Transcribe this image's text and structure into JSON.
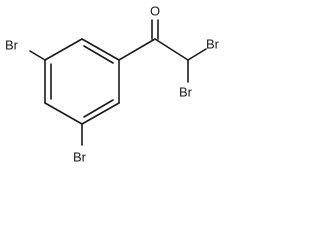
{
  "molecule": {
    "atoms": {
      "br_top_left": "Br",
      "br_bottom": "Br",
      "oxygen": "O",
      "br_alpha_right": "Br",
      "br_alpha_lower": "Br"
    },
    "colors": {
      "ink": "#1a1a1a",
      "background": "#ffffff"
    }
  }
}
